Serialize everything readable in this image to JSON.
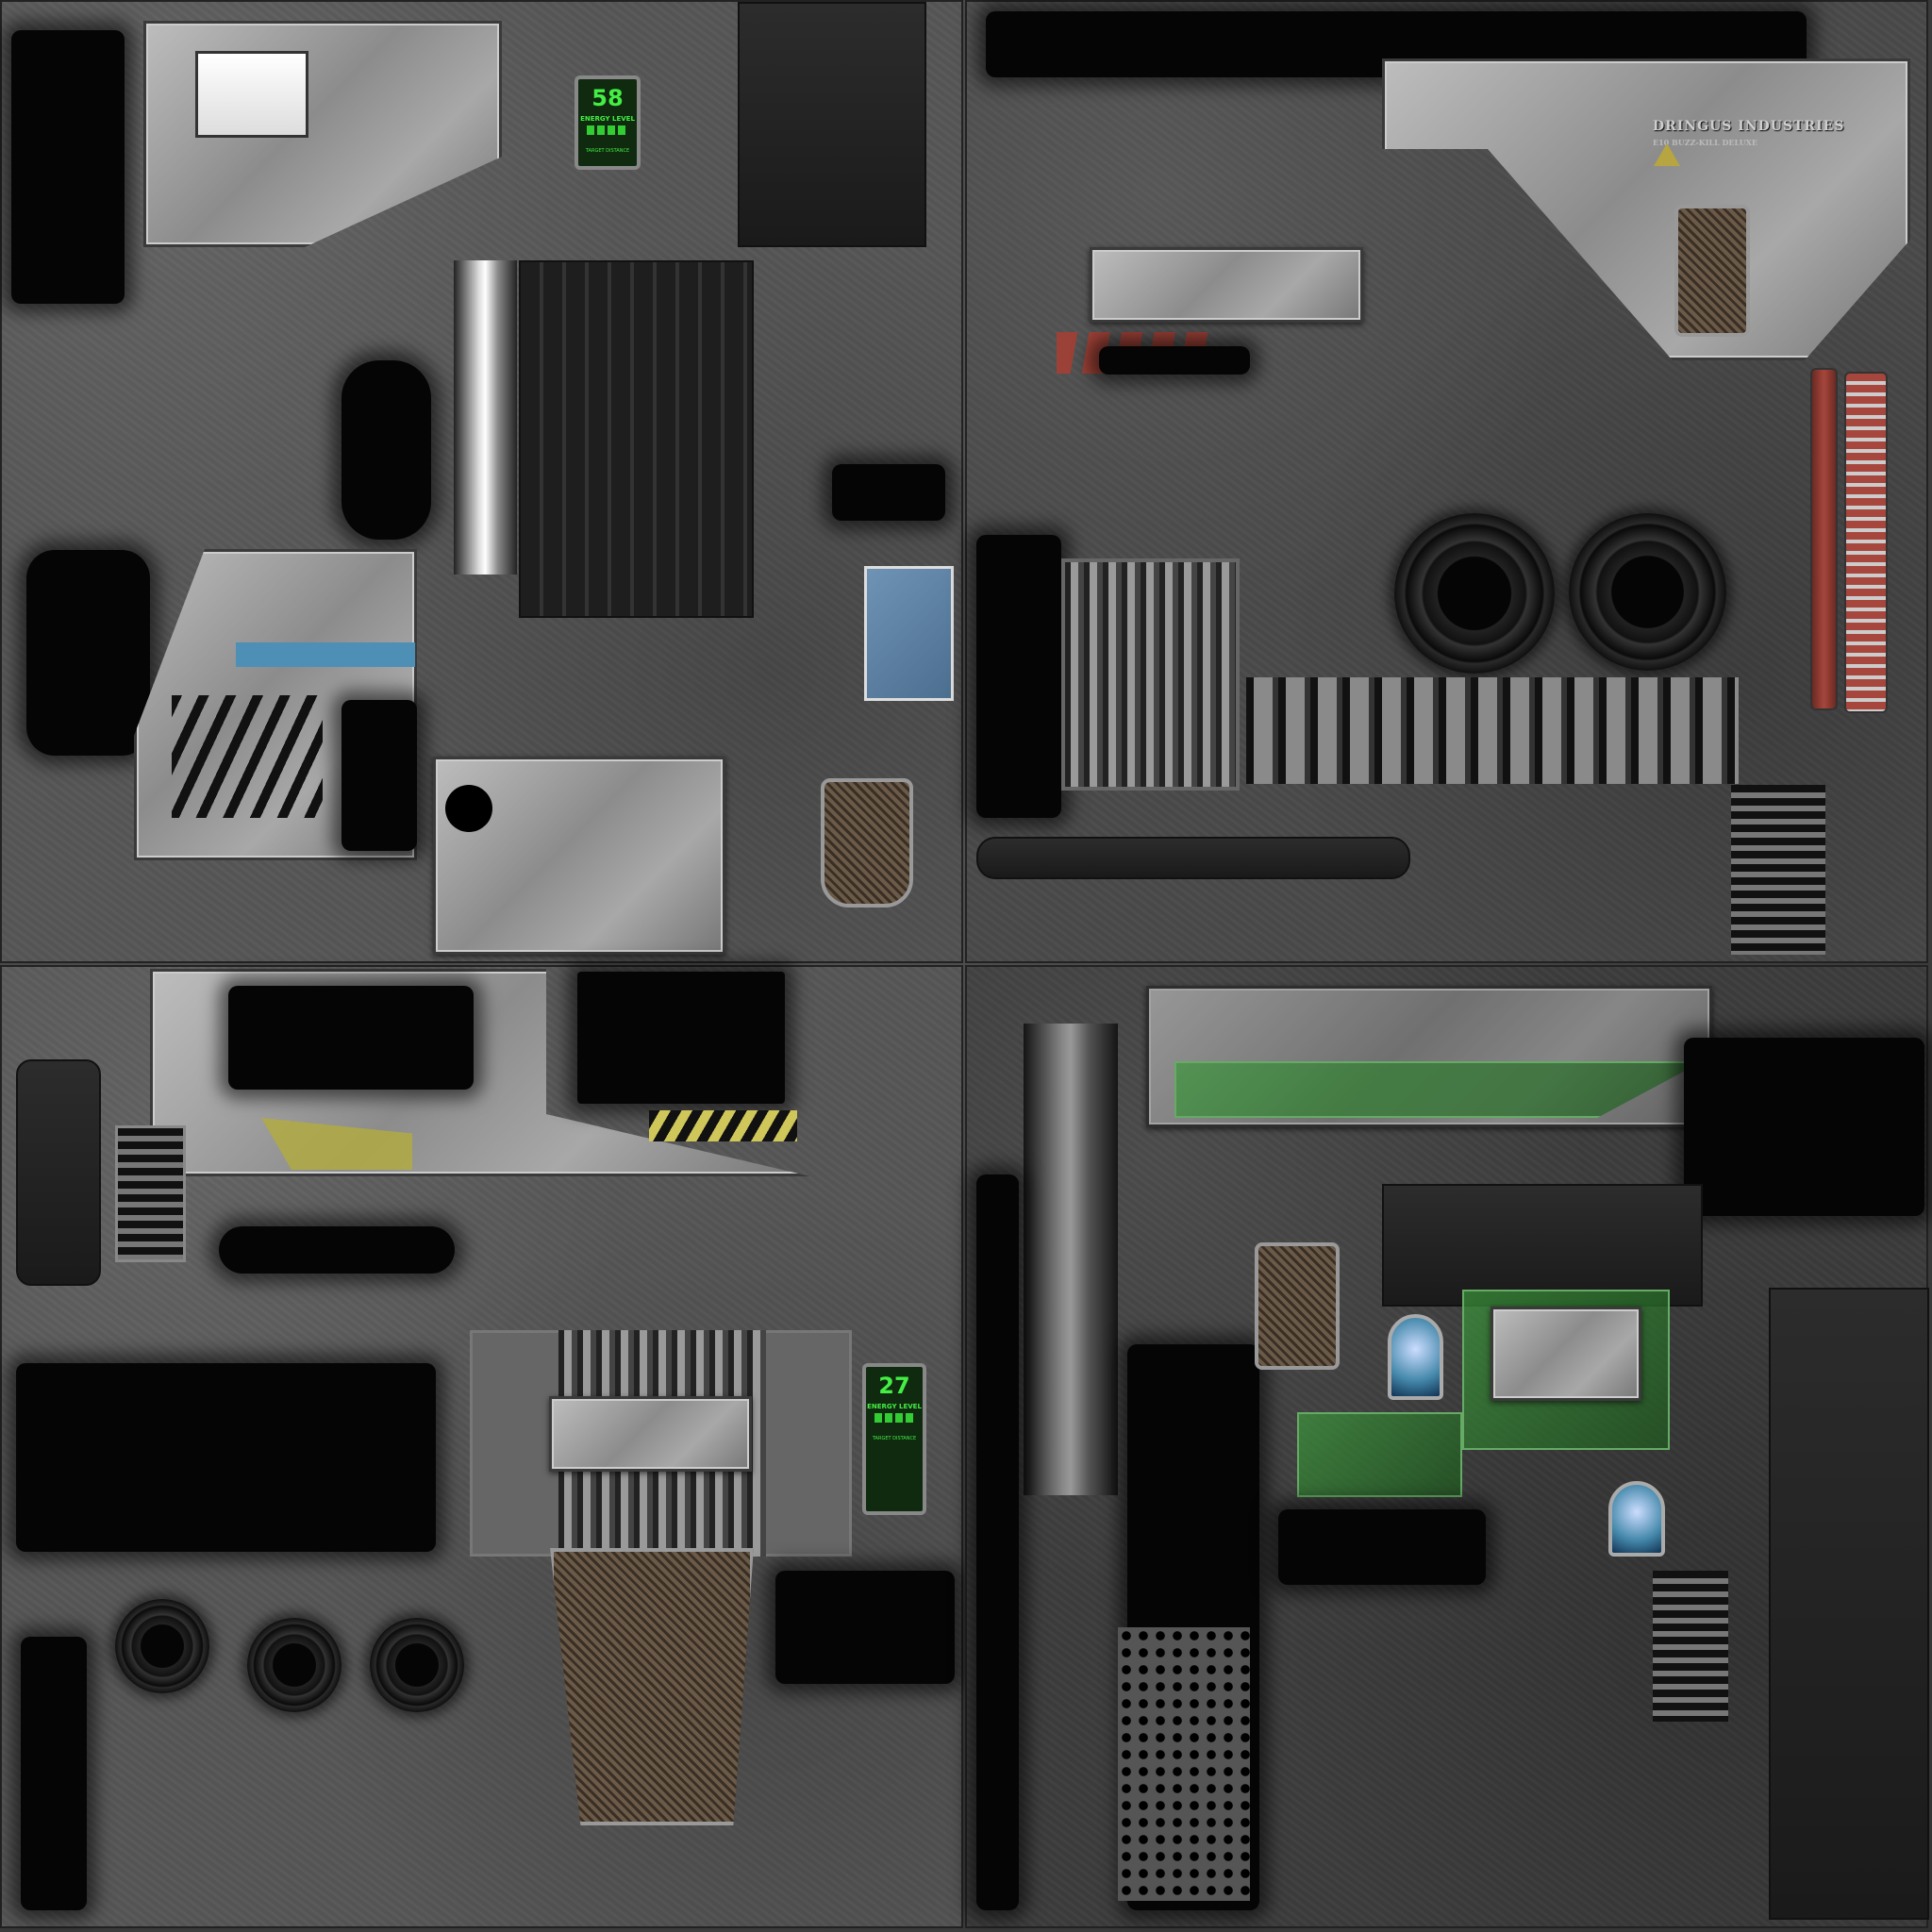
{
  "texture": {
    "hud_top": {
      "value": "58",
      "label": "ENERGY LEVEL",
      "sub_label": "TARGET DISTANCE"
    },
    "hud_bottom": {
      "value": "27",
      "label": "ENERGY LEVEL",
      "sub_label": "TARGET DISTANCE"
    },
    "branding": {
      "maker": "DRINGUS INDUSTRIES",
      "model": "E10 BUZZ-KILL DELUXE",
      "icon": "warning-triangle-icon"
    },
    "colors": {
      "hud_green": "#44ee44",
      "accent_blue": "#6f93b5",
      "accent_red": "#a6463c",
      "accent_yellow": "#cfc75a",
      "accent_green": "#3c963c"
    }
  }
}
